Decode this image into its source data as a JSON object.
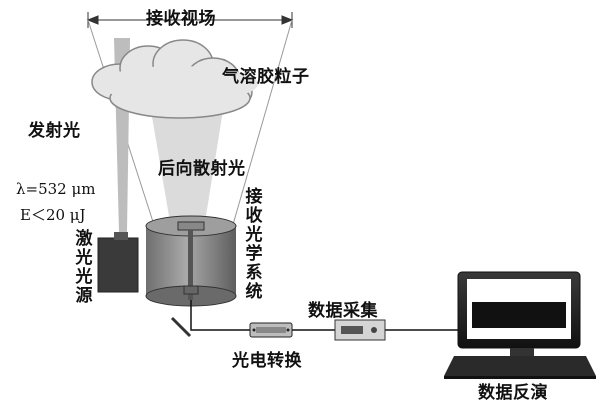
{
  "labels": {
    "field_of_view": "接收视场",
    "aerosol": "气溶胶粒子",
    "emitted_light": "发射光",
    "backscatter": "后向散射光",
    "wavelength": "λ=532 μm",
    "energy": "E＜20 μJ",
    "laser_source": "激光光源",
    "receiving_optics": "接收光学系统",
    "data_acquisition": "数据采集",
    "photoelectric": "光电转换",
    "data_inversion": "数据反演"
  },
  "colors": {
    "cloud_fill": "#e6e6e6",
    "cylinder_body": "#8e8e8e",
    "laser_box": "#3a3a3a",
    "beam": "#cfcfcf"
  },
  "icons": {
    "cloud": "cloud-icon",
    "laser": "laser-box-icon",
    "telescope": "cylinder-telescope-icon",
    "mirror": "mirror-icon",
    "converter": "photodetector-icon",
    "daq": "daq-box-icon",
    "computer": "computer-monitor-icon"
  }
}
